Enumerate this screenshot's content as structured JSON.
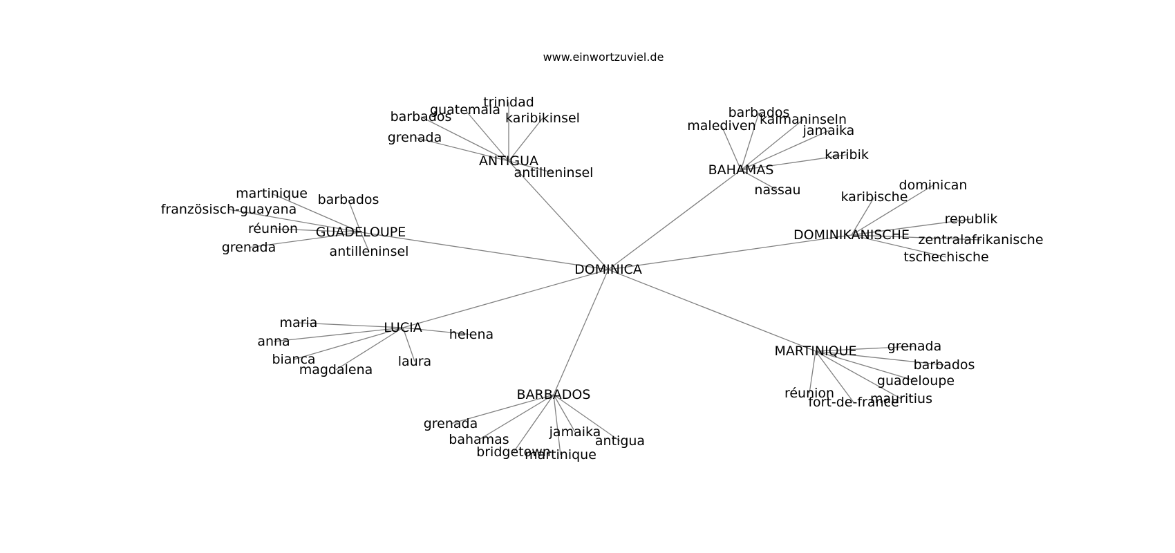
{
  "caption": "www.einwortzuviel.de",
  "graph": {
    "root": "DOMINICA",
    "clusters": [
      {
        "hub": "ANTIGUA",
        "leaves": [
          "trinidad",
          "guatemala",
          "karibikinsel",
          "barbados",
          "grenada",
          "antilleninsel"
        ]
      },
      {
        "hub": "BAHAMAS",
        "leaves": [
          "barbados",
          "kaimaninseln",
          "malediven",
          "jamaika",
          "karibik",
          "nassau"
        ]
      },
      {
        "hub": "GUADELOUPE",
        "leaves": [
          "martinique",
          "barbados",
          "französisch-guayana",
          "réunion",
          "grenada",
          "antilleninsel"
        ]
      },
      {
        "hub": "DOMINIKANISCHE",
        "leaves": [
          "dominican",
          "karibische",
          "republik",
          "zentralafrikanische",
          "tschechische"
        ]
      },
      {
        "hub": "LUCIA",
        "leaves": [
          "maria",
          "anna",
          "helena",
          "bianca",
          "magdalena",
          "laura"
        ]
      },
      {
        "hub": "MARTINIQUE",
        "leaves": [
          "grenada",
          "barbados",
          "guadeloupe",
          "réunion",
          "mauritius",
          "fort-de-france"
        ]
      },
      {
        "hub": "BARBADOS",
        "leaves": [
          "grenada",
          "bahamas",
          "jamaika",
          "antigua",
          "bridgetown",
          "martinique"
        ]
      }
    ]
  }
}
